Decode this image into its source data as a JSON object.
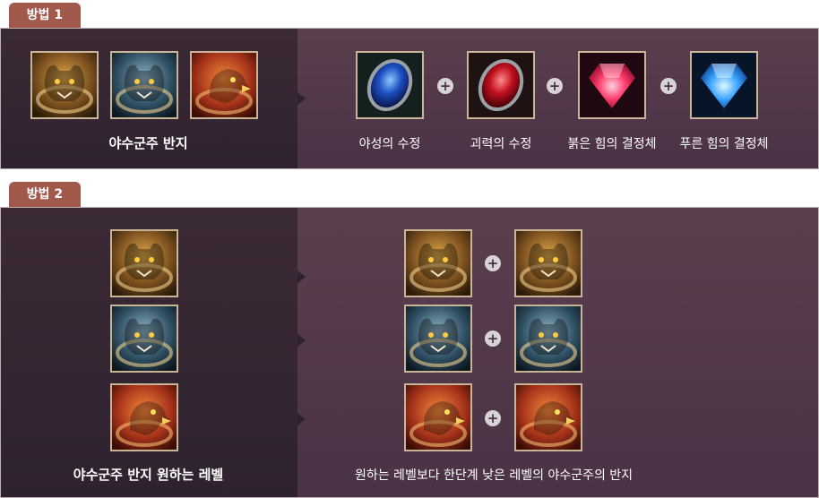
{
  "method1": {
    "tab_label": "방법 1",
    "left_label": "야수군주 반지",
    "left_icons": [
      "jaguar-ring-icon",
      "white-tiger-ring-icon",
      "phoenix-ring-icon"
    ],
    "materials": [
      {
        "icon": "blue-gem-icon",
        "label": "야성의 수정"
      },
      {
        "icon": "red-gem-icon",
        "label": "괴력의 수정"
      },
      {
        "icon": "red-crystal-icon",
        "label": "붉은 힘의 결정체"
      },
      {
        "icon": "blue-crystal-icon",
        "label": "푸른 힘의 결정체"
      }
    ]
  },
  "method2": {
    "tab_label": "방법 2",
    "left_label": "야수군주 반지 원하는 레벨",
    "right_label": "원하는 레벨보다 한단계 낮은 레벨의 야수군주의 반지",
    "left_icons": [
      "jaguar-ring-icon",
      "white-tiger-ring-icon",
      "phoenix-ring-icon"
    ],
    "pairs": [
      {
        "icons": [
          "jaguar-ring-icon",
          "jaguar-ring-icon"
        ]
      },
      {
        "icons": [
          "white-tiger-ring-icon",
          "white-tiger-ring-icon"
        ]
      },
      {
        "icons": [
          "phoenix-ring-icon",
          "phoenix-ring-icon"
        ]
      }
    ]
  },
  "plus_symbol": "+",
  "colors": {
    "tab": "#a0594b",
    "panel_left": "#2f2230",
    "panel_right": "#4a3247",
    "icon_border": "#c9b496"
  }
}
